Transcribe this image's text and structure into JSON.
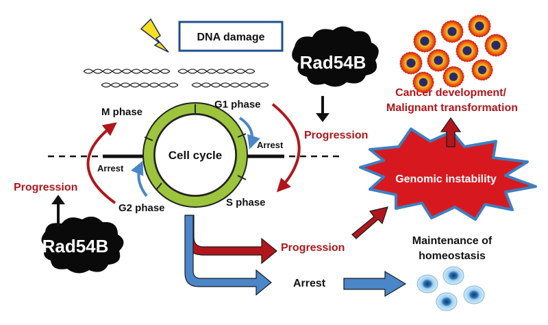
{
  "dna_damage": "DNA damage",
  "rad54b_top": "Rad54B",
  "rad54b_bottom": "Rad54B",
  "cell_cycle": "Cell cycle",
  "phases": {
    "m": "M phase",
    "g1": "G1 phase",
    "s": "S phase",
    "g2": "G2 phase"
  },
  "arrest_left": "Arrest",
  "arrest_right": "Arrest",
  "progression_left": "Progression",
  "progression_right": "Progression",
  "progression_bottom": "Progression",
  "arrest_bottom": "Arrest",
  "genomic_instability": "Genomic instability",
  "cancer_line1": "Cancer development/",
  "cancer_line2": "Malignant transformation",
  "maintenance_line1": "Maintenance of",
  "maintenance_line2": "homeostasis",
  "colors": {
    "red": "#b0161c",
    "blue": "#4a86c8",
    "green": "#9cc43c",
    "star_red": "#d7191f",
    "star_border": "#3c7fc0",
    "bolt": "#f4e020",
    "frame_blue": "#1f4e8c"
  }
}
